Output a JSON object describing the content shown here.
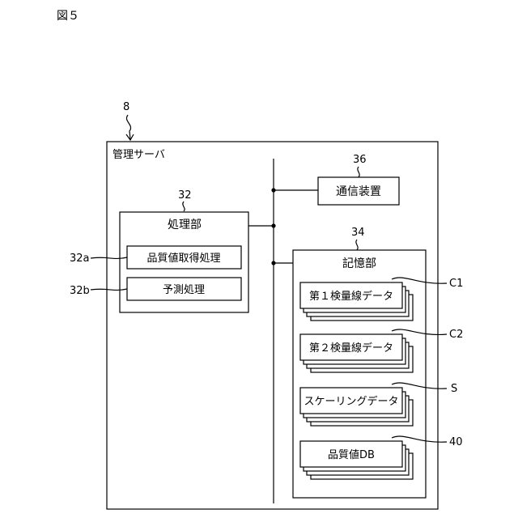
{
  "figure_label": "図５",
  "server": {
    "ref": "8",
    "label": "管理サーバ"
  },
  "processing": {
    "ref": "32",
    "label": "処理部",
    "items": [
      {
        "ref": "32a",
        "label": "品質値取得処理"
      },
      {
        "ref": "32b",
        "label": "予測処理"
      }
    ]
  },
  "comm": {
    "ref": "36",
    "label": "通信装置"
  },
  "storage": {
    "ref": "34",
    "label": "記憶部",
    "items": [
      {
        "ref": "C1",
        "label": "第１検量線データ"
      },
      {
        "ref": "C2",
        "label": "第２検量線データ"
      },
      {
        "ref": "S",
        "label": "スケーリングデータ"
      },
      {
        "ref": "40",
        "label": "品質値DB"
      }
    ]
  }
}
